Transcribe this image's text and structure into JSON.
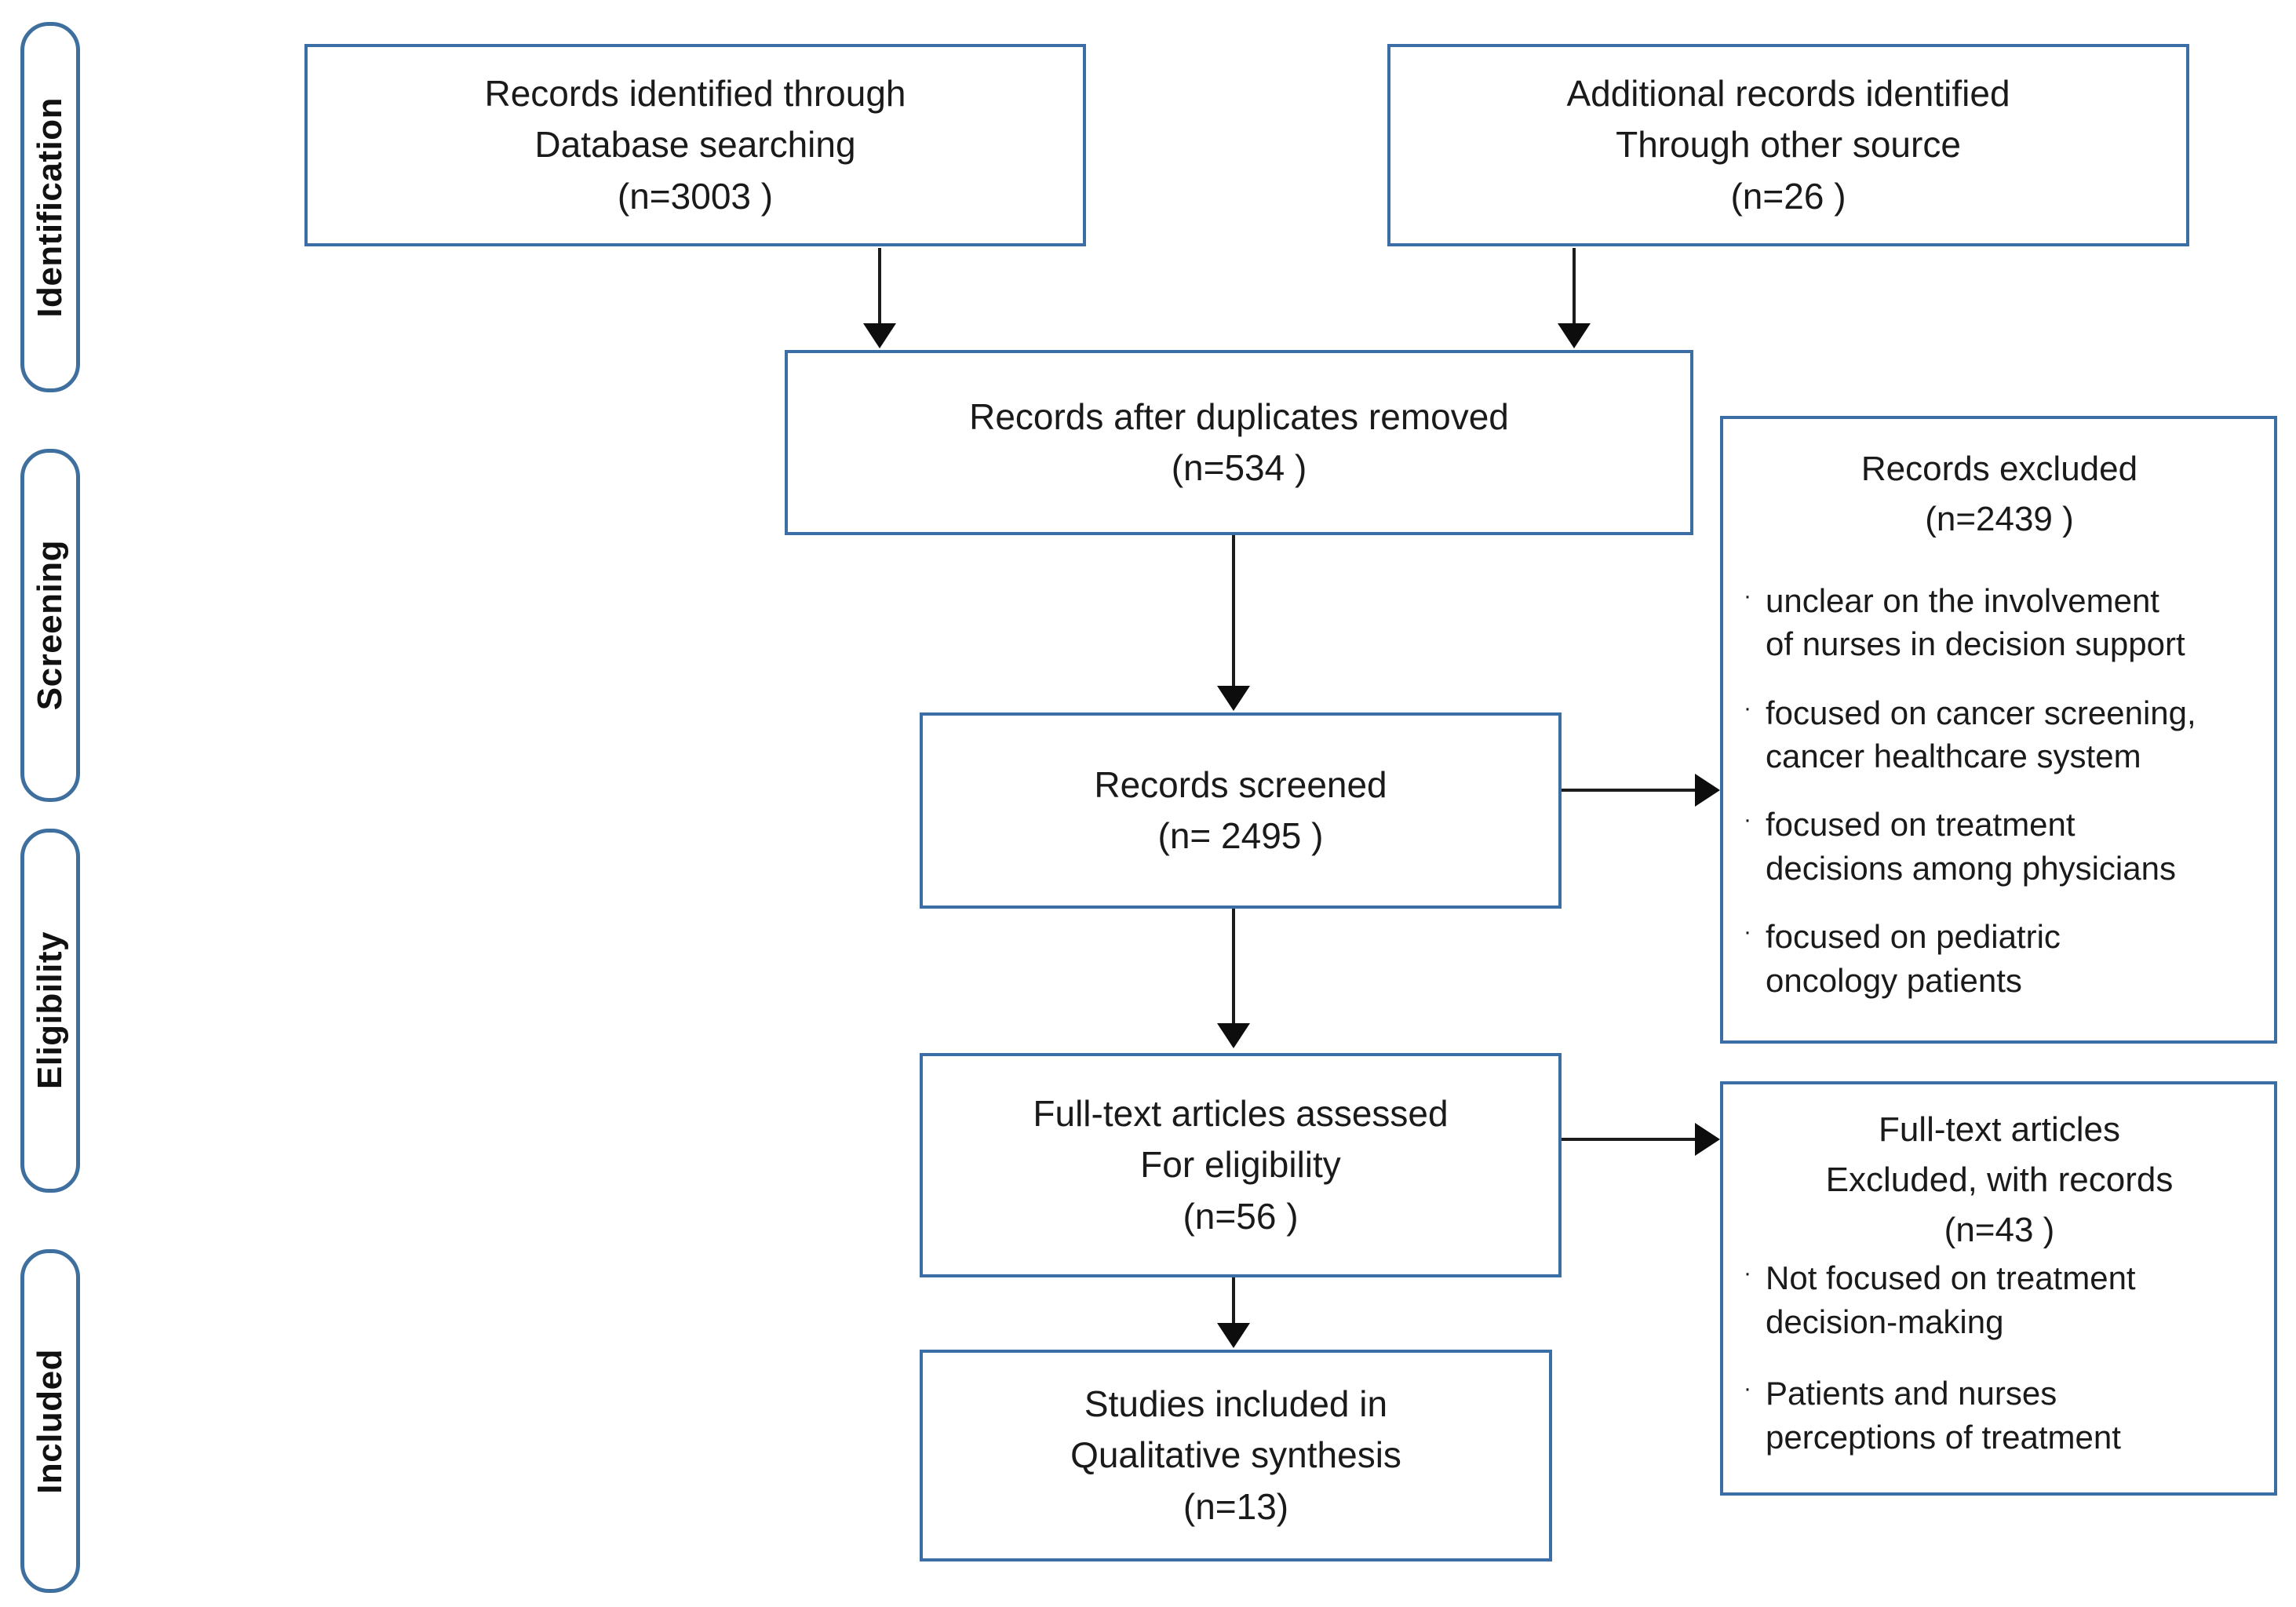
{
  "diagram": {
    "title": "PRISMA study selection flow diagram",
    "accent_color": "#3a6ea5",
    "pill_border_color": "#3f6f9f",
    "connector_color": "#0d0d0d"
  },
  "stages": [
    {
      "label": "Identification"
    },
    {
      "label": "Screening"
    },
    {
      "label": "Eligibility"
    },
    {
      "label": "Included"
    }
  ],
  "boxes": {
    "database_records": {
      "line1": "Records identified through",
      "line2": "Database searching",
      "line3": "(n=3003 )"
    },
    "other_records": {
      "line1": "Additional records identified",
      "line2": "Through other source",
      "line3": "(n=26 )"
    },
    "duplicates_removed": {
      "line1": "Records after duplicates removed",
      "line2": "(n=534 )"
    },
    "records_screened": {
      "line1": "Records screened",
      "line2": "(n= 2495 )"
    },
    "fulltext_assessed": {
      "line1": "Full-text articles assessed",
      "line2": "For eligibility",
      "line3": "(n=56 )"
    },
    "studies_included": {
      "line1": "Studies included in",
      "line2": "Qualitative synthesis",
      "line3": "(n=13)"
    },
    "records_excluded": {
      "heading1": "Records excluded",
      "heading2": "(n=2439 )",
      "bullet_glyph": "·",
      "reasons": [
        {
          "line1": "unclear on the involvement",
          "line2": "of nurses in decision support"
        },
        {
          "line1": "focused on cancer screening,",
          "line2": "cancer healthcare system"
        },
        {
          "line1": "focused on treatment",
          "line2": "decisions among physicians"
        },
        {
          "line1": "focused on pediatric",
          "line2": "oncology patients"
        }
      ]
    },
    "fulltext_excluded": {
      "heading1": "Full-text articles",
      "heading2": "Excluded, with records",
      "heading3": "(n=43 )",
      "bullet_glyph": "·",
      "reasons": [
        {
          "line1": "Not focused on treatment",
          "line2": "decision-making"
        },
        {
          "line1": "Patients and nurses",
          "line2": "perceptions of treatment"
        }
      ]
    }
  },
  "chart_data": {
    "type": "diagram",
    "title": "PRISMA flow diagram",
    "nodes": [
      {
        "id": "database_records",
        "stage": "Identification",
        "label": "Records identified through Database searching",
        "n": 3003
      },
      {
        "id": "other_records",
        "stage": "Identification",
        "label": "Additional records identified Through other source",
        "n": 26
      },
      {
        "id": "duplicates_removed",
        "stage": "Screening",
        "label": "Records after duplicates removed",
        "n": 534
      },
      {
        "id": "records_screened",
        "stage": "Screening",
        "label": "Records screened",
        "n": 2495
      },
      {
        "id": "records_excluded",
        "stage": "Screening",
        "label": "Records excluded",
        "n": 2439
      },
      {
        "id": "fulltext_assessed",
        "stage": "Eligibility",
        "label": "Full-text articles assessed For eligibility",
        "n": 56
      },
      {
        "id": "fulltext_excluded",
        "stage": "Eligibility",
        "label": "Full-text articles Excluded, with records",
        "n": 43
      },
      {
        "id": "studies_included",
        "stage": "Included",
        "label": "Studies included in Qualitative synthesis",
        "n": 13
      }
    ],
    "edges": [
      {
        "from": "database_records",
        "to": "duplicates_removed"
      },
      {
        "from": "other_records",
        "to": "duplicates_removed"
      },
      {
        "from": "duplicates_removed",
        "to": "records_screened"
      },
      {
        "from": "records_screened",
        "to": "records_excluded"
      },
      {
        "from": "records_screened",
        "to": "fulltext_assessed"
      },
      {
        "from": "fulltext_assessed",
        "to": "fulltext_excluded"
      },
      {
        "from": "fulltext_assessed",
        "to": "studies_included"
      }
    ]
  }
}
